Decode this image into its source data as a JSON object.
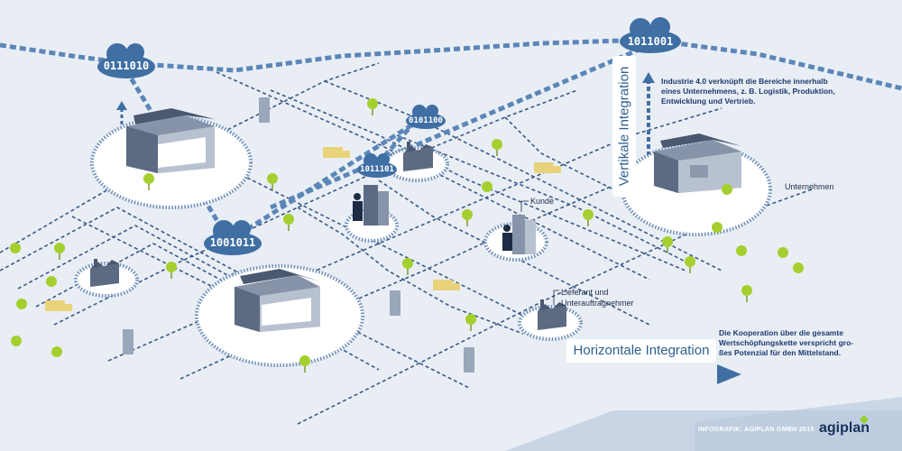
{
  "clouds": {
    "c1": "0111010",
    "c2": "1011001",
    "c3": "1001011",
    "c4": "0101100",
    "c5": "1011101"
  },
  "labels": {
    "kunde": "Kunde",
    "unternehmen": "Unternehmen",
    "lieferant_line1": "Lieferant und",
    "lieferant_line2": "Unterauftragnehmer"
  },
  "vertical": {
    "title": "Vertikale Integration",
    "note_lines": [
      "Industrie 4.0 verknüpft die Bereiche innerhalb",
      "eines Unternehmens, z. B. Logistik, Produktion,",
      "Entwicklung und Vertrieb."
    ]
  },
  "horizontal": {
    "title": "Horizontale Integration",
    "note_lines": [
      "Die Kooperation über die gesamte",
      "Wertschöpfungskette verspricht gro-",
      "ßes Potenzial für den Mittelstand."
    ]
  },
  "footer": {
    "credit": "INFOGRAFIK: AGIPLAN GMBH 2015",
    "logo": "agiplan"
  },
  "colors": {
    "background": "#e9eef5",
    "road": "#3a5a86",
    "cloud": "#3f6fa3",
    "building": "#5c6a82",
    "tree": "#9acd32",
    "truck": "#e8d27a",
    "accent_text": "#1d3a6e"
  }
}
